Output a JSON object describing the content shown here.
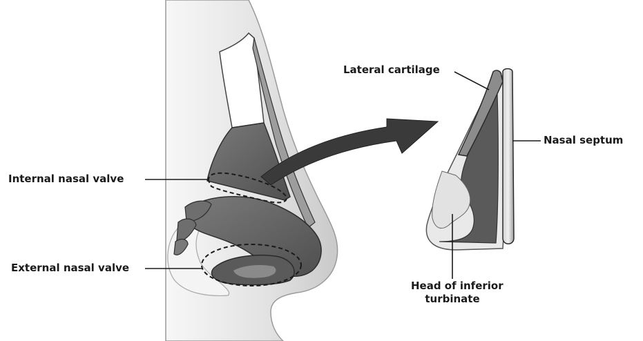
{
  "labels": {
    "lateral_cartilage": "Lateral cartilage",
    "nasal_septum": "Nasal septum",
    "internal_nasal_valve": "Internal nasal valve",
    "external_nasal_valve": "External nasal valve",
    "head_of_inferior_turbinate_line1": "Head of inferior",
    "head_of_inferior_turbinate_line2": "turbinate"
  },
  "colors": {
    "skin_light": "#eeeeee",
    "skin_mid": "#d6d6d6",
    "cartilage_dark": "#5e5e5e",
    "cartilage_mid": "#8a8a8a",
    "outline": "#333333",
    "arrow": "#3a3a3a"
  }
}
